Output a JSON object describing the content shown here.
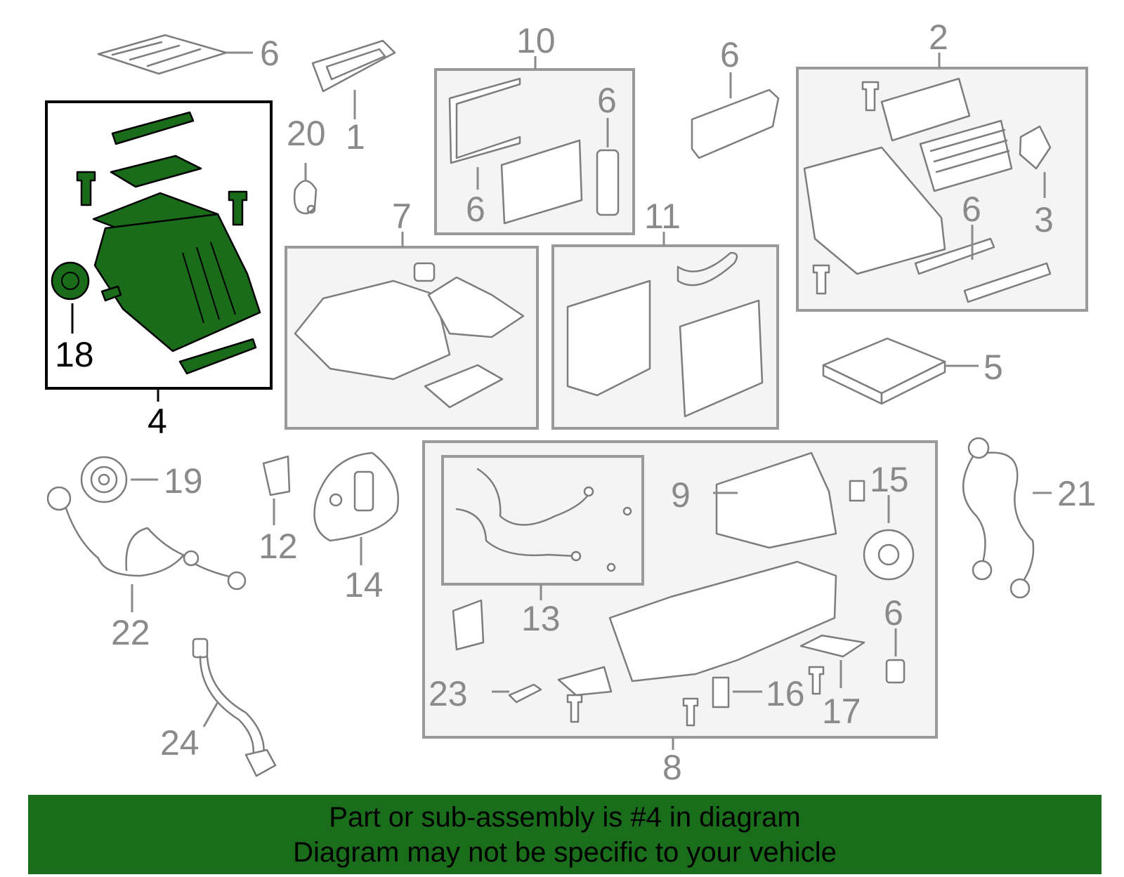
{
  "callouts": {
    "c1": "1",
    "c2": "2",
    "c3": "3",
    "c4": "4",
    "c5": "5",
    "c6a": "6",
    "c6b": "6",
    "c6c": "6",
    "c6d": "6",
    "c6e": "6",
    "c6f": "6",
    "c7": "7",
    "c8": "8",
    "c9": "9",
    "c10": "10",
    "c11": "11",
    "c12": "12",
    "c13": "13",
    "c14": "14",
    "c15": "15",
    "c16": "16",
    "c17": "17",
    "c18": "18",
    "c19": "19",
    "c20": "20",
    "c21": "21",
    "c22": "22",
    "c23": "23",
    "c24": "24"
  },
  "highlight_color": "#1a6b1a",
  "banner": {
    "line1": "Part or sub-assembly is #4 in diagram",
    "line2": "Diagram may not be specific to your vehicle",
    "color": "#1a6d1a"
  }
}
